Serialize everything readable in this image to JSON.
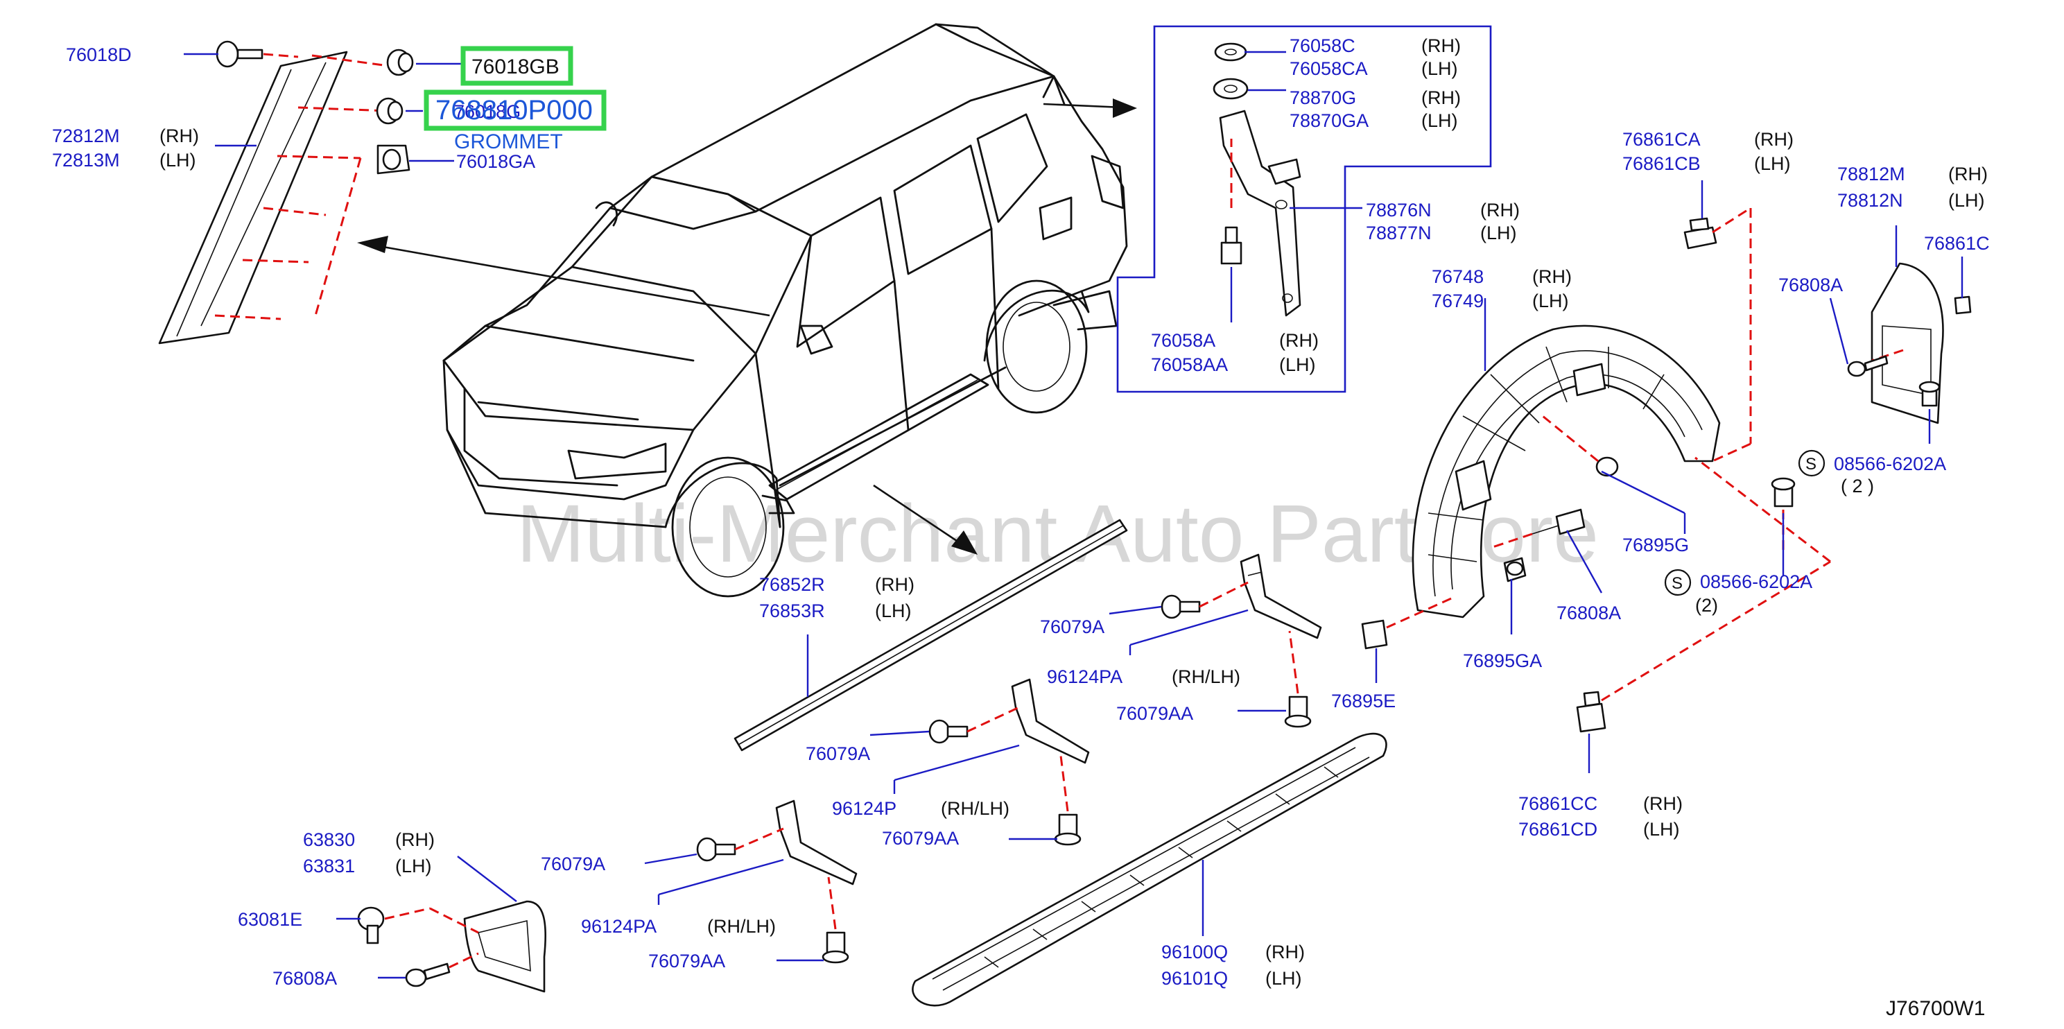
{
  "watermark": "Multi-Merchant Auto Partstore",
  "diagram_code": "J76700W1",
  "highlights": {
    "part_76018GB": "76018GB",
    "part_768": "768810P000",
    "grommet": "GROMMET"
  },
  "labels": {
    "p76018D": "76018D",
    "p76018G": "76018G",
    "p72812M": "72812M",
    "p72813M": "72813M",
    "p76018GA": "76018GA",
    "p76058C": "76058C",
    "p76058CA": "76058CA",
    "p78870G": "78870G",
    "p78870GA": "78870GA",
    "p78876N": "78876N",
    "p78877N": "78877N",
    "p76058A": "76058A",
    "p76058AA": "76058AA",
    "p76861CA": "76861CA",
    "p76861CB": "76861CB",
    "p78812M": "78812M",
    "p78812N": "78812N",
    "p76861C": "76861C",
    "p76808A_r": "76808A",
    "p76748": "76748",
    "p76749": "76749",
    "p08566_a": "08566-6202A",
    "qty_2a": "( 2 )",
    "p76895G": "76895G",
    "p76808A_m": "76808A",
    "p08566_b": "08566-6202A",
    "qty_2b": "(2)",
    "p76895GA": "76895GA",
    "p76895E": "76895E",
    "p76861CC": "76861CC",
    "p76861CD": "76861CD",
    "p76852R": "76852R",
    "p76853R": "76853R",
    "p76079A_1": "76079A",
    "p96124PA_1": "96124PA",
    "p76079AA_1": "76079AA",
    "p76079A_2": "76079A",
    "p96124P": "96124P",
    "p76079AA_2": "76079AA",
    "p76079A_3": "76079A",
    "p96124PA_2": "96124PA",
    "p76079AA_3": "76079AA",
    "p63830": "63830",
    "p63831": "63831",
    "p63081E": "63081E",
    "p76808A_l": "76808A",
    "p96100Q": "96100Q",
    "p96101Q": "96101Q"
  },
  "suffixes": {
    "rh": "(RH)",
    "lh": "(LH)",
    "rhlh": "(RH/LH)"
  },
  "symbols": {
    "s": "S"
  }
}
